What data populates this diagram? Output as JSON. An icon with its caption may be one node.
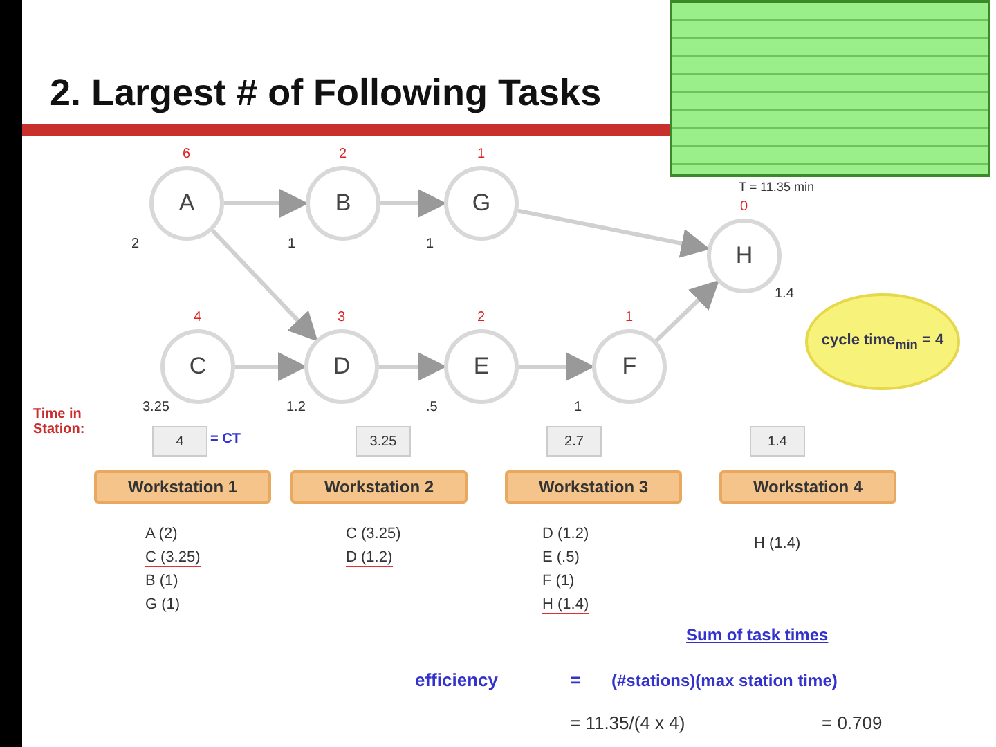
{
  "diagram": {
    "title": "2. Largest # of Following Tasks",
    "nodes": [
      {
        "text": [
          "A"
        ],
        "beside": [
          "6",
          "2"
        ]
      },
      {
        "text": [
          "B"
        ],
        "beside": [
          "2",
          "1"
        ]
      },
      {
        "text": [
          "G"
        ],
        "beside": [
          "1",
          "1"
        ]
      },
      {
        "text": [
          "H"
        ],
        "beside": [
          "0",
          "1.4"
        ]
      },
      {
        "text": [
          "C"
        ],
        "beside": [
          "4",
          "3.25"
        ]
      },
      {
        "text": [
          "D"
        ],
        "beside": [
          "3",
          "1.2"
        ]
      },
      {
        "text": [
          "E"
        ],
        "beside": [
          "2",
          ".5"
        ]
      },
      {
        "text": [
          "F"
        ],
        "beside": [
          "1",
          "1"
        ]
      },
      {
        "text": [
          "cycle time$_{min}$ = 4"
        ]
      },
      {
        "text": [
          "4"
        ],
        "beside": [
          "= CT"
        ]
      },
      {
        "text": [
          "3.25"
        ]
      },
      {
        "text": [
          "2.7"
        ]
      },
      {
        "text": [
          "1.4"
        ]
      },
      {
        "text": [
          "Workstation 1"
        ]
      },
      {
        "text": [
          "Workstation 2"
        ]
      },
      {
        "text": [
          "Workstation 3"
        ]
      },
      {
        "text": [
          "Workstation 4"
        ]
      },
      {
        "text": [],
        "shape": "box"
      },
      {
        "text": [],
        "shape": "bar"
      }
    ],
    "edges": [
      {
        "from": 0,
        "to": 1,
        "arrow": "to"
      },
      {
        "from": 1,
        "to": 2,
        "arrow": "to"
      },
      {
        "from": 2,
        "to": 3,
        "arrow": "to"
      },
      {
        "from": 0,
        "to": 5,
        "arrow": "to"
      },
      {
        "from": 4,
        "to": 5,
        "arrow": "to"
      },
      {
        "from": 5,
        "to": 6,
        "arrow": "to"
      },
      {
        "from": 6,
        "to": 7,
        "arrow": "to"
      },
      {
        "from": 7,
        "to": 3,
        "arrow": "to"
      }
    ],
    "labels": [
      "T = 11.35 min",
      "Time in Station:",
      "A (2)",
      "C (3.25)",
      "B (1)",
      "G (1)",
      "C (3.25)",
      "D (1.2)",
      "D (1.2)",
      "E (.5)",
      "F (1)",
      "H (1.4)",
      "H (1.4)",
      "Sum of task times",
      "efficiency",
      "=",
      "(#stations)(max station time)",
      "= 11.35/(4 x 4)",
      "= 0.709"
    ]
  }
}
